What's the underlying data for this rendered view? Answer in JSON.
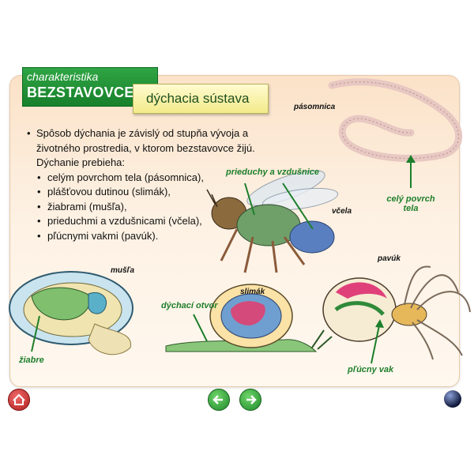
{
  "header": {
    "category": "charakteristika",
    "group": "BEZSTAVOVCE",
    "topic": "dýchacia sústava"
  },
  "content": {
    "intro": "Spôsob dýchania je závislý od stupňa vývoja a životného prostredia, v ktorom bezstavovce žijú.",
    "subhead": "Dýchanie prebieha:",
    "items": [
      "celým povrchom tela (pásomnica),",
      "plášťovou dutinou (slimák),",
      "žiabrami (mušľa),",
      "prieduchmi a vzdušnicami (včela),",
      "pľúcnymi vakmi (pavúk)."
    ]
  },
  "labels": {
    "tapeworm": "pásomnica",
    "tapeworm_note": "celý povrch tela",
    "bee_note": "prieduchy a vzdušnice",
    "bee": "včela",
    "mussel": "mušľa",
    "gills": "žiabre",
    "snail": "slimák",
    "breathing_hole": "dýchací otvor",
    "spider": "pavúk",
    "lung_sac": "pľúcny vak"
  },
  "colors": {
    "brand_green": "#1d8a30",
    "label_green": "#1d7f2b",
    "home_red": "#c62828"
  },
  "icons": {
    "home": "home-icon",
    "prev": "arrow-left-icon",
    "next": "arrow-right-icon",
    "menu": "sphere-icon"
  }
}
